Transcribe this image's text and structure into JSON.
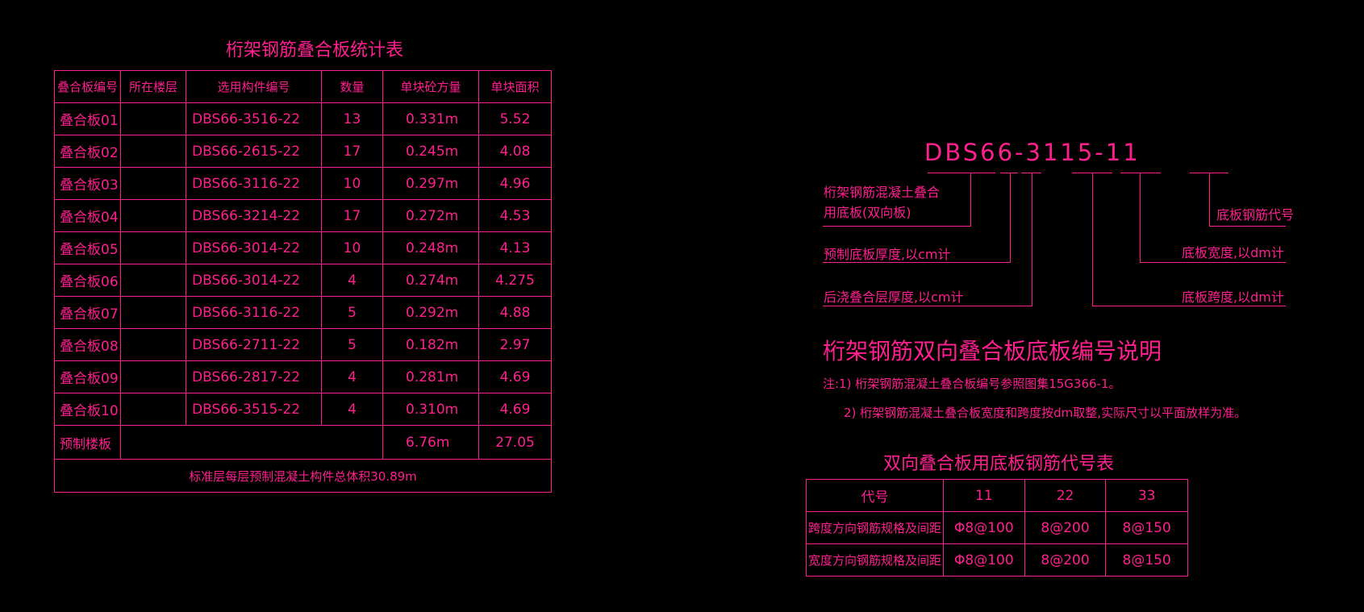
{
  "colors": {
    "background": "#000000",
    "line": "#ff1f8e"
  },
  "stats_table": {
    "title": "桁架钢筋叠合板统计表",
    "headers": [
      "叠合板编号",
      "所在楼层",
      "选用构件编号",
      "数量",
      "单块砼方量",
      "单块面积"
    ],
    "rows": [
      [
        "叠合板01",
        "",
        "DBS66-3516-22",
        "13",
        "0.331m",
        "5.52"
      ],
      [
        "叠合板02",
        "",
        "DBS66-2615-22",
        "17",
        "0.245m",
        "4.08"
      ],
      [
        "叠合板03",
        "",
        "DBS66-3116-22",
        "10",
        "0.297m",
        "4.96"
      ],
      [
        "叠合板04",
        "",
        "DBS66-3214-22",
        "17",
        "0.272m",
        "4.53"
      ],
      [
        "叠合板05",
        "",
        "DBS66-3014-22",
        "10",
        "0.248m",
        "4.13"
      ],
      [
        "叠合板06",
        "",
        "DBS66-3014-22",
        "4",
        "0.274m",
        "4.275"
      ],
      [
        "叠合板07",
        "",
        "DBS66-3116-22",
        "5",
        "0.292m",
        "4.88"
      ],
      [
        "叠合板08",
        "",
        "DBS66-2711-22",
        "5",
        "0.182m",
        "2.97"
      ],
      [
        "叠合板09",
        "",
        "DBS66-2817-22",
        "4",
        "0.281m",
        "4.69"
      ],
      [
        "叠合板10",
        "",
        "DBS66-3515-22",
        "4",
        "0.310m",
        "4.69"
      ]
    ],
    "total_row": {
      "label": "预制楼板",
      "volume": "6.76m",
      "area": "27.05"
    },
    "footer": "标准层每层预制混凝土构件总体积30.89m"
  },
  "code_diagram": {
    "code": "DBS66-3115-11",
    "labels": {
      "type": "桁架钢筋混凝土叠合\n用底板(双向板)",
      "precast_thickness": "预制底板厚度,以cm计",
      "cast_thickness": "后浇叠合层厚度,以cm计",
      "rebar_code": "底板钢筋代号",
      "width": "底板宽度,以dm计",
      "span": "底板跨度,以dm计"
    },
    "heading": "桁架钢筋双向叠合板底板编号说明",
    "notes": [
      "注:1)  桁架钢筋混凝土叠合板编号参照图集15G366-1。",
      "2)  桁架钢筋混凝土叠合板宽度和跨度按dm取整,实际尺寸以平面放样为准。"
    ]
  },
  "rebar_table": {
    "title": "双向叠合板用底板钢筋代号表",
    "headers": [
      "代号",
      "11",
      "22",
      "33"
    ],
    "rows": [
      [
        "跨度方向钢筋规格及间距",
        "Φ8@100",
        "8@200",
        "8@150"
      ],
      [
        "宽度方向钢筋规格及间距",
        "Φ8@100",
        "8@200",
        "8@150"
      ]
    ]
  }
}
